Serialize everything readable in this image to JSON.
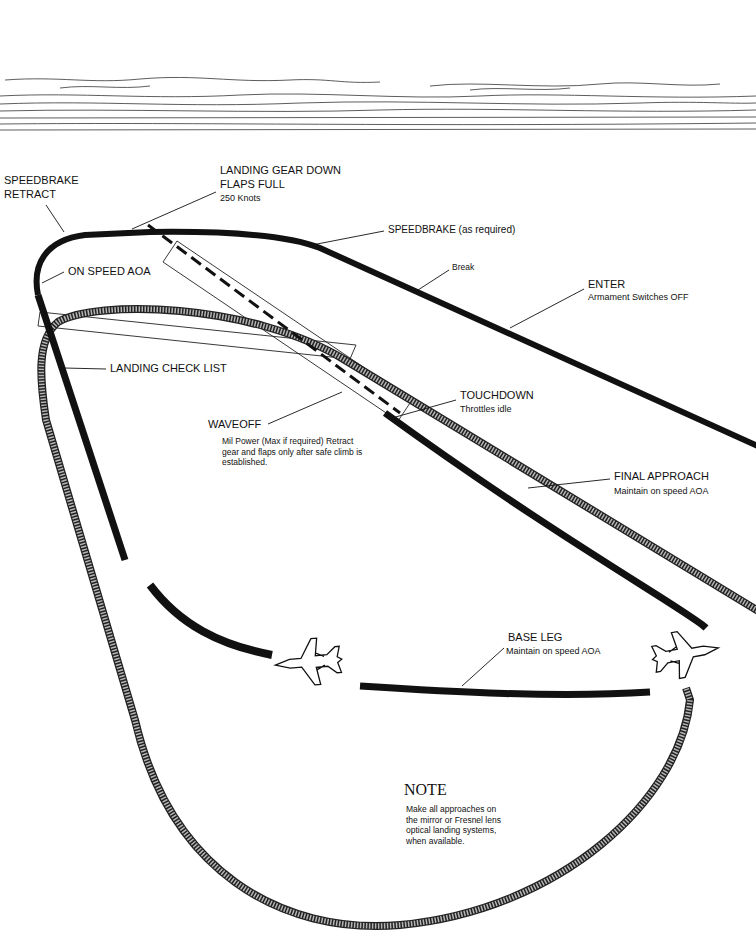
{
  "diagram": {
    "labels": [
      "SPEEDBRAKE RETRACT",
      "LANDING GEAR DOWN FLAPS FULL",
      "250 Knots",
      "SPEEDBRAKE (as required)",
      "Break",
      "ENTER",
      "Armament Switches OFF",
      "ON SPEED AOA",
      "LANDING CHECK LIST",
      "TOUCHDOWN",
      "Throttles idle",
      "WAVEOFF",
      "Mil Power (Max if required) Retract gear and flaps only after safe climb is established.",
      "FINAL APPROACH",
      "Maintain on speed AOA",
      "BASE LEG",
      "Maintain on speed AOA",
      "NOTE",
      "Make all approaches on the mirror or Fresnel lens optical landing systems, when available."
    ]
  }
}
